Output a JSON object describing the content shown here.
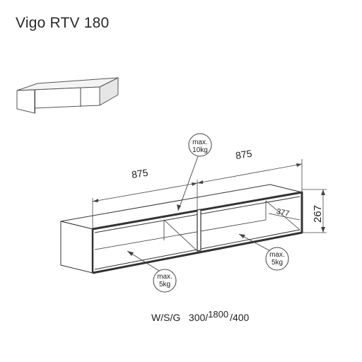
{
  "title": "Vigo RTV 180",
  "dimensions": {
    "label": "W/S/G",
    "width": "300/",
    "depth": "1800",
    "height": "/400"
  },
  "drawing": {
    "dim_left": "875",
    "dim_right": "875",
    "dim_height": "267",
    "dim_depth": "377",
    "load_top": {
      "line1": "max.",
      "line2": "10kg"
    },
    "load_left": {
      "line1": "max.",
      "line2": "5kg"
    },
    "load_right": {
      "line1": "max.",
      "line2": "5kg"
    }
  }
}
